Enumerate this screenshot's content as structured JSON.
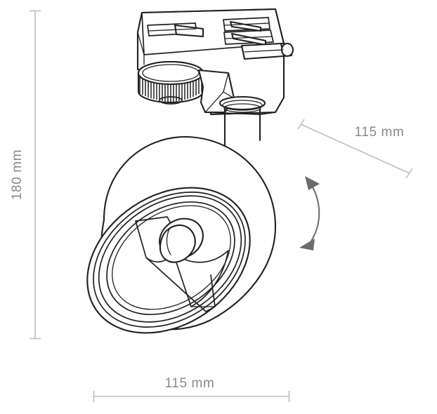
{
  "drawing": {
    "title": "Track spotlight dimensioned technical drawing",
    "product": "track-mounted spotlight",
    "background_color": "#ffffff",
    "line_color": "#231f20",
    "dimension_color": "#bdbdbd",
    "text_color": "#8a8a8a",
    "arrow_color": "#6b6b6b"
  },
  "dimensions": {
    "height": {
      "label": "180 mm",
      "value": 180,
      "unit": "mm",
      "orientation": "vertical",
      "position": "left"
    },
    "width": {
      "label": "115 mm",
      "value": 115,
      "unit": "mm",
      "orientation": "horizontal",
      "position": "bottom"
    },
    "depth": {
      "label": "115 mm",
      "value": 115,
      "unit": "mm",
      "orientation": "diagonal",
      "position": "right"
    }
  },
  "annotations": {
    "tilt_arrow": {
      "name": "rotation-adjustment-arrow",
      "description": "curved double-headed arrow indicating head tilt range"
    }
  },
  "parts": {
    "track_adapter": "track-adapter",
    "knurled_knob": "knurled-locking-knob",
    "stem": "connecting-stem",
    "lamp_head": "cylindrical-lamp-head",
    "bezel": "bezel-rings",
    "reflector": "internal-reflector",
    "lamp_holder": "center-lamp-holder"
  }
}
